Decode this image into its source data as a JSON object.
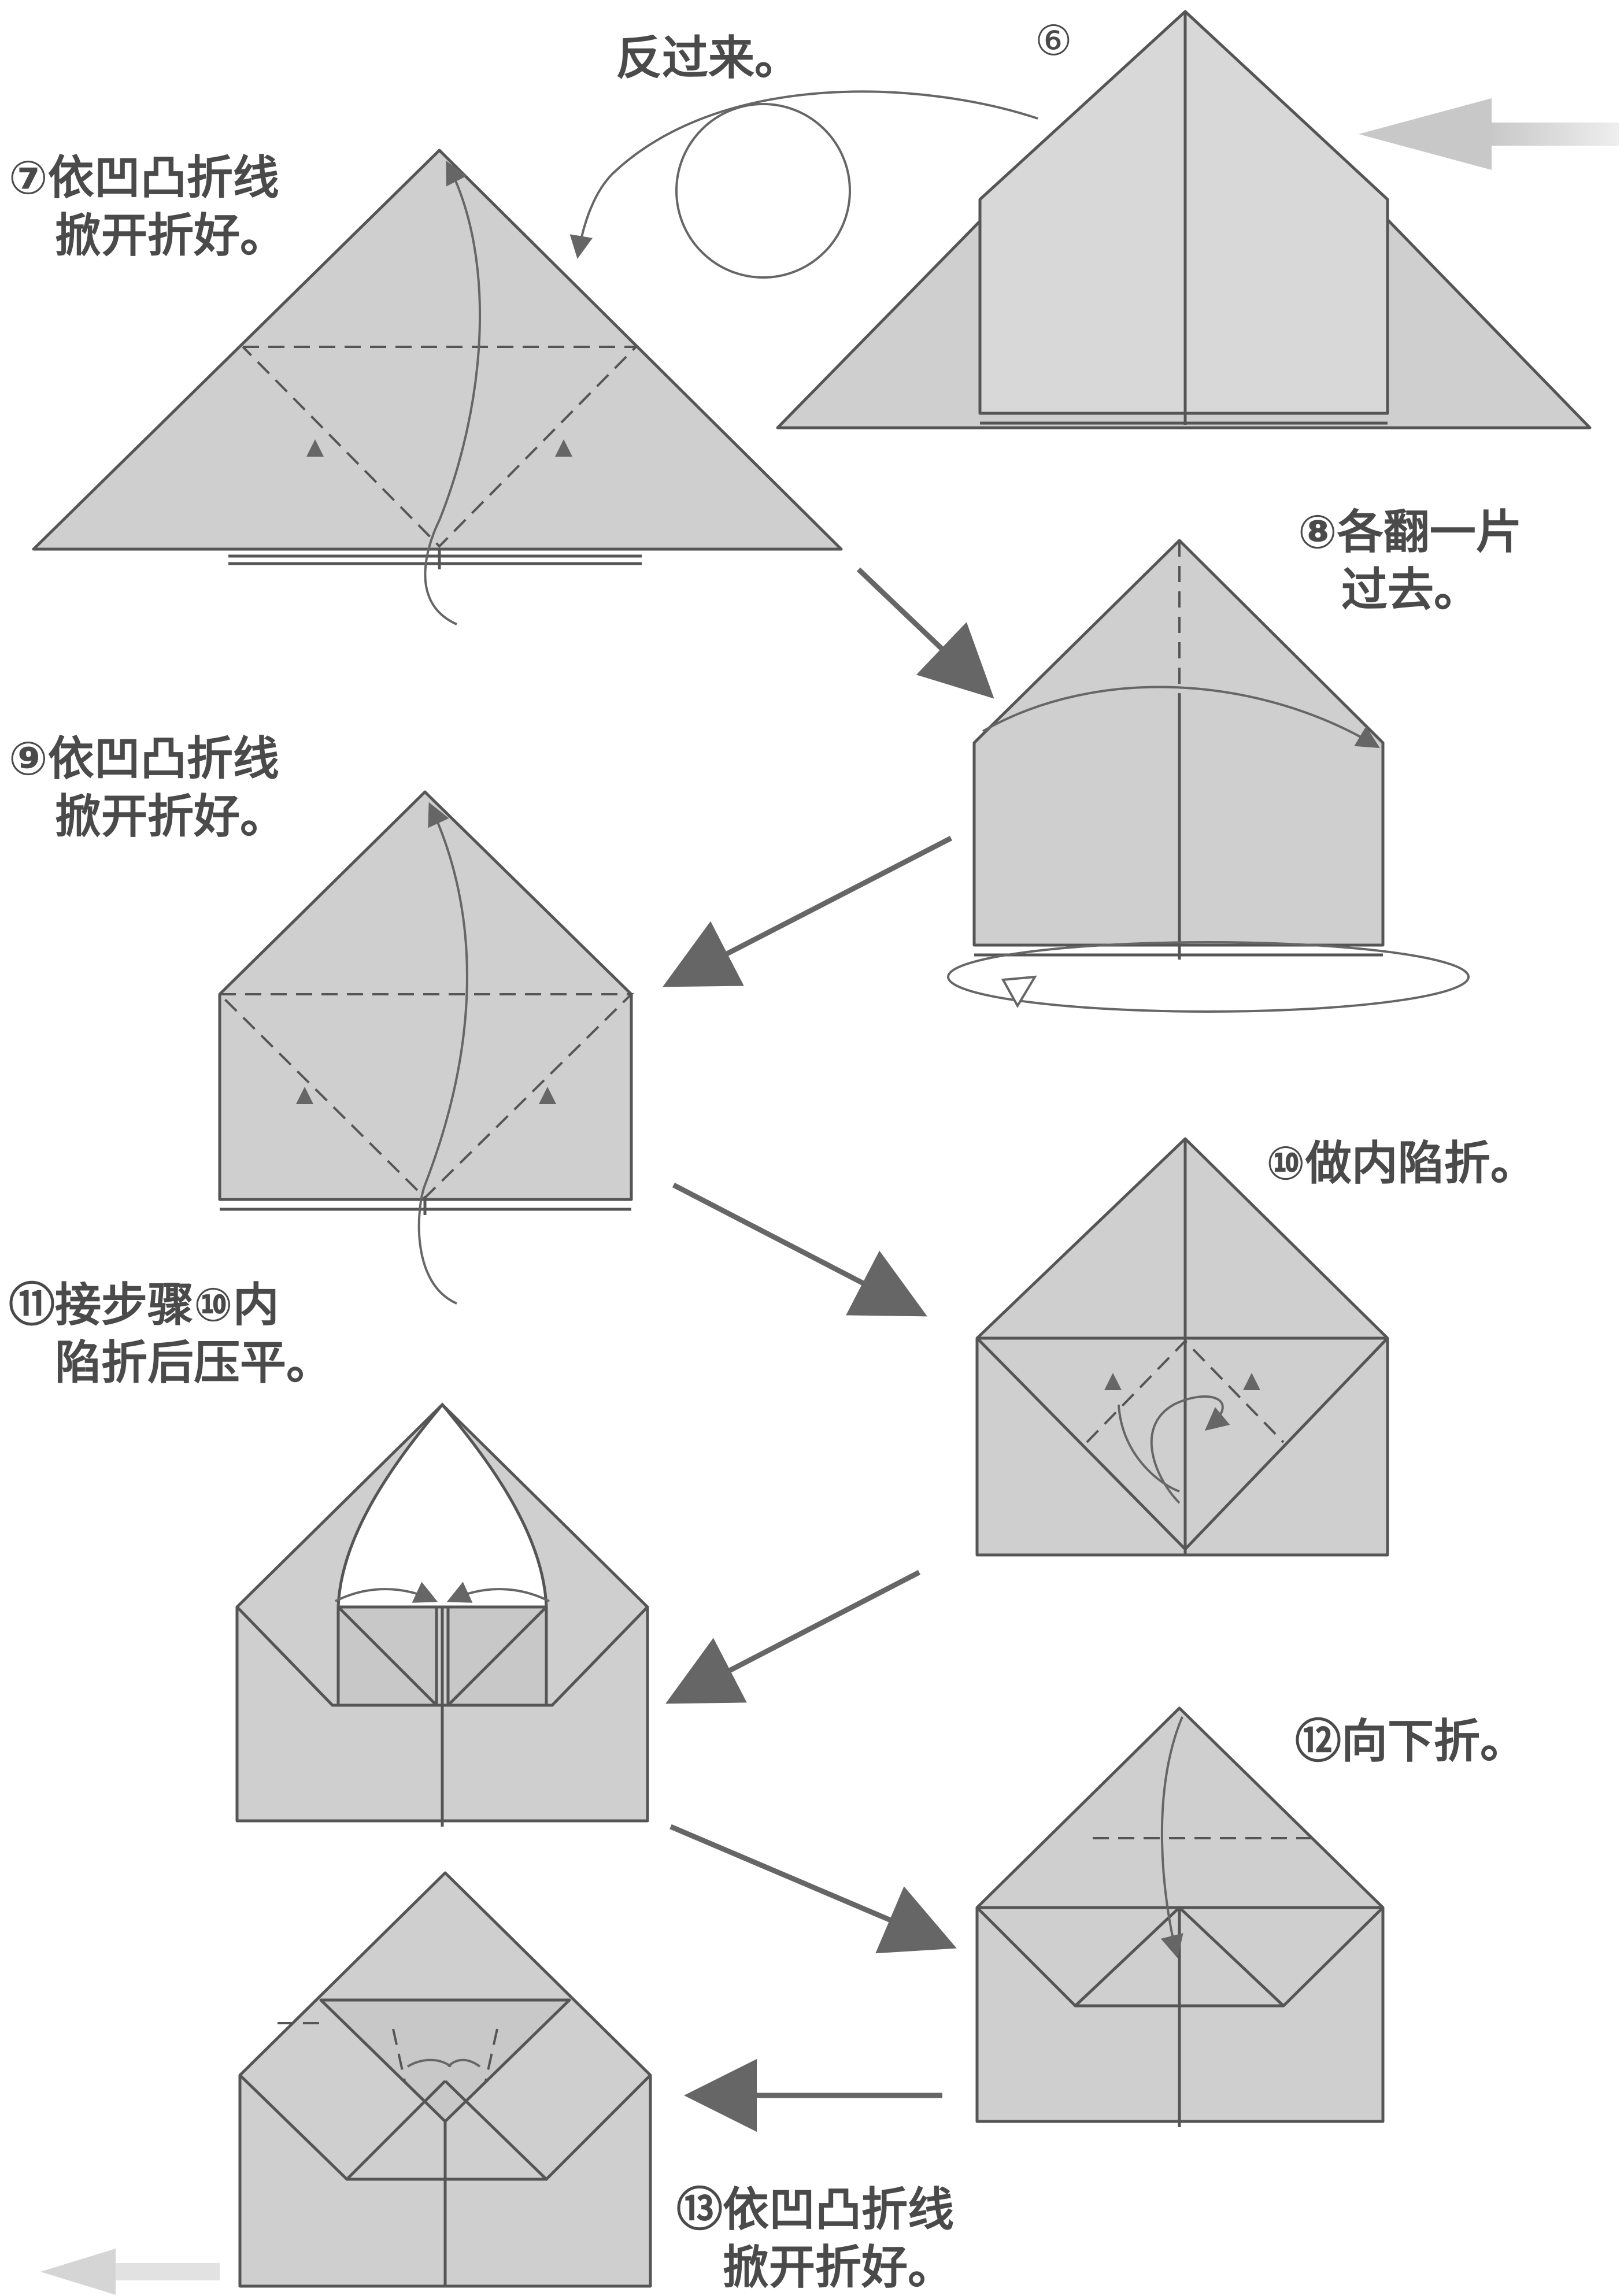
{
  "steps": [
    {
      "id": "6",
      "number": "⑥",
      "text": "反过来。"
    },
    {
      "id": "7",
      "text_lines": [
        "⑦依凹凸折线",
        "掀开折好。"
      ]
    },
    {
      "id": "8",
      "text_lines": [
        "⑧各翻一片",
        "过去。"
      ]
    },
    {
      "id": "9",
      "text_lines": [
        "⑨依凹凸折线",
        "掀开折好。"
      ]
    },
    {
      "id": "10",
      "text_lines": [
        "⑩做内陷折。"
      ]
    },
    {
      "id": "11",
      "text_lines": [
        "⑪接步骤⑩内",
        "陷折后压平。"
      ]
    },
    {
      "id": "12",
      "text_lines": [
        "⑫向下折。"
      ]
    },
    {
      "id": "13",
      "text_lines": [
        "⑬依凹凸折线",
        "掀开折好。"
      ]
    }
  ],
  "colors": {
    "paper": "#cfcfcf",
    "line": "#555555",
    "arrow": "#666666",
    "background": "#ffffff"
  }
}
